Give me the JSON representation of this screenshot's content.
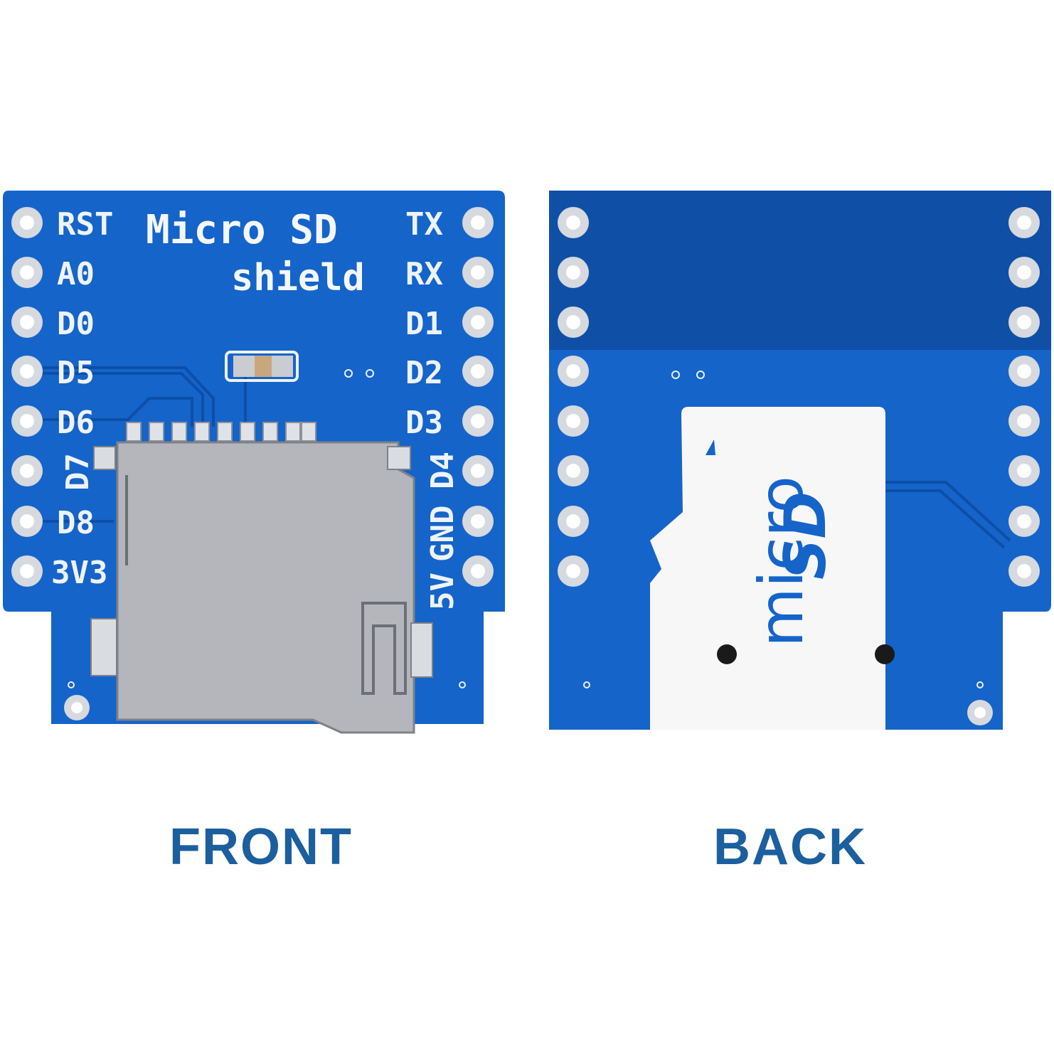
{
  "colors": {
    "pcb_blue": "#1564c9",
    "pcb_dark": "#0f4fa6",
    "pad_silver": "#d6d9de",
    "slot_metal": "#b4b6bb",
    "caption_blue": "#1b5f9e"
  },
  "front": {
    "title_line1": "Micro SD",
    "title_line2": "shield",
    "left_pins": [
      "RST",
      "A0",
      "D0",
      "D5",
      "D6",
      "D7",
      "D8",
      "3V3"
    ],
    "right_pins": [
      "TX",
      "RX",
      "D1",
      "D2",
      "D3",
      "D4",
      "GND",
      "5V"
    ],
    "caption": "FRONT"
  },
  "back": {
    "logo_line1": "micro",
    "logo_line2": "SD",
    "caption": "BACK"
  }
}
